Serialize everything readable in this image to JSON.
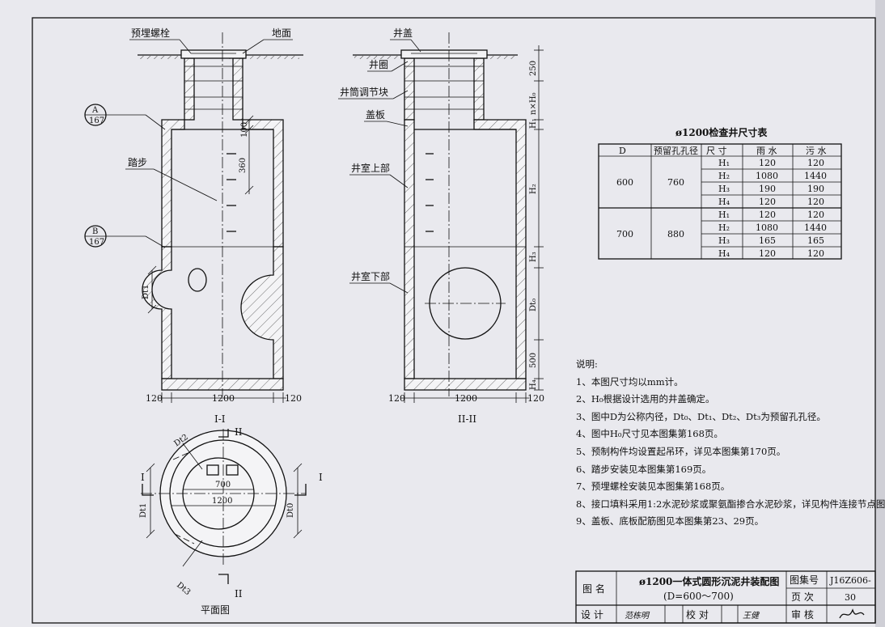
{
  "drawing": {
    "section1": {
      "title": "I-I",
      "labels": {
        "bolt": "预埋螺栓",
        "ground": "地面",
        "step": "踏步"
      },
      "callout_a": {
        "top": "A",
        "bottom": "167"
      },
      "callout_b": {
        "top": "B",
        "bottom": "167"
      },
      "dims": {
        "d100": "100",
        "d360": "360",
        "dt1": "Dt1",
        "left": "120",
        "mid": "1200",
        "right": "120"
      }
    },
    "section2": {
      "title": "II-II",
      "labels": {
        "cover": "井盖",
        "ring": "井圈",
        "adjust_block": "井筒调节块",
        "slab": "盖板",
        "upper": "井室上部",
        "lower": "井室下部"
      },
      "dims": {
        "left": "120",
        "mid": "1200",
        "right": "120"
      },
      "vertical_dims": [
        "250",
        "n×H₀",
        "H₁",
        "H₂",
        "H₃",
        "Dt₀",
        "500",
        "H₄"
      ]
    },
    "plan": {
      "title": "平面图",
      "labels": {
        "dt2": "Dt2",
        "dt3": "Dt3",
        "dt1": "Dt1",
        "dt0": "Dt0",
        "d700": "700",
        "d1200": "1200",
        "sec_i": "I",
        "sec_ii": "II"
      }
    }
  },
  "table": {
    "title": "ø1200检查井尺寸表",
    "headers": [
      "D",
      "预留孔孔径",
      "尺 寸",
      "雨 水",
      "污 水"
    ],
    "groups": [
      {
        "d": "600",
        "hole": "760",
        "rows": [
          {
            "dim": "H₁",
            "rain": "120",
            "sewage": "120"
          },
          {
            "dim": "H₂",
            "rain": "1080",
            "sewage": "1440"
          },
          {
            "dim": "H₃",
            "rain": "190",
            "sewage": "190"
          },
          {
            "dim": "H₄",
            "rain": "120",
            "sewage": "120"
          }
        ]
      },
      {
        "d": "700",
        "hole": "880",
        "rows": [
          {
            "dim": "H₁",
            "rain": "120",
            "sewage": "120"
          },
          {
            "dim": "H₂",
            "rain": "1080",
            "sewage": "1440"
          },
          {
            "dim": "H₃",
            "rain": "165",
            "sewage": "165"
          },
          {
            "dim": "H₄",
            "rain": "120",
            "sewage": "120"
          }
        ]
      }
    ]
  },
  "notes": {
    "heading": "说明:",
    "items": [
      "1、本图尺寸均以mm计。",
      "2、H₀根据设计选用的井盖确定。",
      "3、图中D为公称内径，Dt₀、Dt₁、Dt₂、Dt₃为预留孔孔径。",
      "4、图中H₀尺寸见本图集第168页。",
      "5、预制构件均设置起吊环，详见本图集第170页。",
      "6、踏步安装见本图集第169页。",
      "7、预埋螺栓安装见本图集第168页。",
      "8、接口填料采用1:2水泥砂浆或聚氨酯掺合水泥砂浆，详见构件连接节点图",
      "9、盖板、底板配筋图见本图集第23、29页。"
    ]
  },
  "title_block": {
    "name_label": "图 名",
    "name_line1": "ø1200一体式圆形沉泥井装配图",
    "name_line2": "(D=600～700)",
    "atlas_label": "图集号",
    "atlas_value": "J16Z606-",
    "page_label": "页 次",
    "page_value": "30",
    "design_label": "设 计",
    "design_sign": "范栋明",
    "check_label": "校 对",
    "check_sign": "王健",
    "review_label": "审 核"
  }
}
